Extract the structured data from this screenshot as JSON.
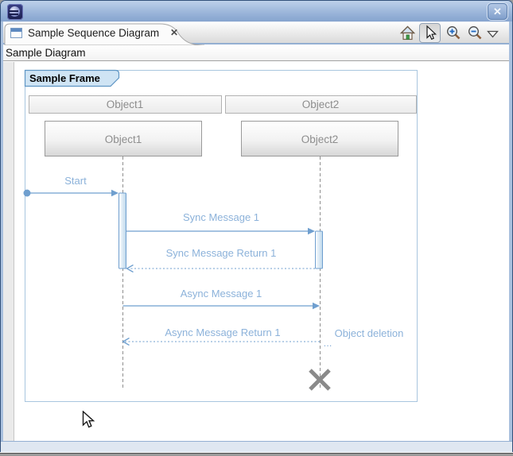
{
  "window": {
    "titlebar": {
      "app_icon": "eclipse-logo",
      "close_glyph": "✕"
    }
  },
  "tab": {
    "icon": "editor-window-icon",
    "title": "Sample Sequence Diagram",
    "close_glyph": "✕"
  },
  "toolbar": {
    "items": [
      {
        "name": "home",
        "icon": "home-icon"
      },
      {
        "name": "select",
        "icon": "cursor-arrow-icon",
        "active": true
      },
      {
        "name": "zoom-in",
        "icon": "zoom-in-icon"
      },
      {
        "name": "zoom-out",
        "icon": "zoom-out-icon"
      },
      {
        "name": "view-menu",
        "icon": "dropdown-triangle-icon"
      }
    ]
  },
  "breadcrumb": {
    "title": "Sample Diagram"
  },
  "diagram": {
    "frame_label": "Sample Frame",
    "lifelines": [
      {
        "header": "Object1",
        "box": "Object1"
      },
      {
        "header": "Object2",
        "box": "Object2"
      }
    ],
    "messages": [
      {
        "label": "Start",
        "kind": "found-message"
      },
      {
        "label": "Sync Message 1",
        "kind": "sync"
      },
      {
        "label": "Sync Message Return 1",
        "kind": "return"
      },
      {
        "label": "Async Message 1",
        "kind": "async"
      },
      {
        "label": "Async Message Return 1",
        "kind": "return"
      }
    ],
    "deletion": {
      "label": "Object deletion",
      "ellipsis": "...",
      "marker": "x-cross"
    },
    "colors": {
      "message_line": "#6f9fcf",
      "message_label": "#8cb2da",
      "frame_border": "#a9c6df",
      "frame_label_fill": "#cfe4f4",
      "frame_label_border": "#5f96c4",
      "activation_border": "#6f9fcf",
      "activation_fill": "#c2d9ec",
      "lifeline": "#8f8f8f",
      "object_text": "#8d8d8d",
      "deletion_cross": "#8a8a8a",
      "titlebar_top": "#bed1ea",
      "titlebar_bottom": "#86a4cf",
      "tab_underline": "#93afd2"
    }
  }
}
